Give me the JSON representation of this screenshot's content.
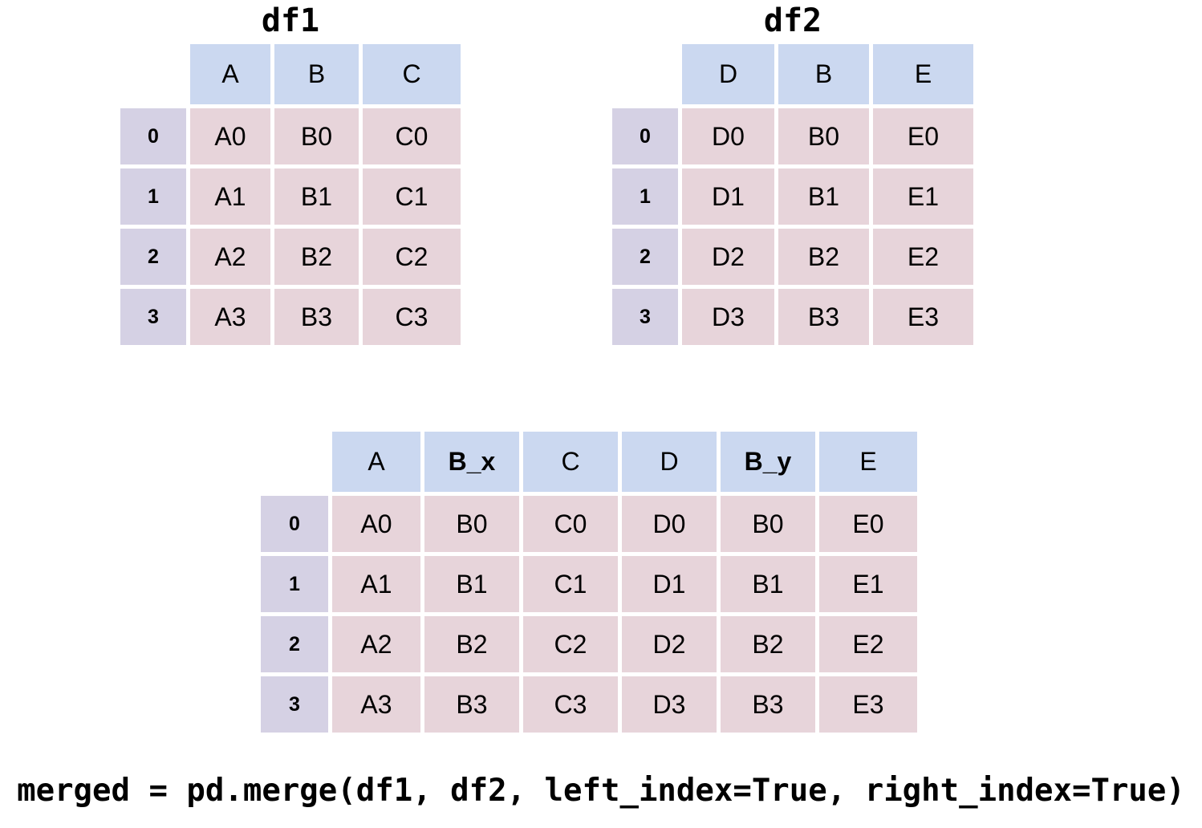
{
  "colors": {
    "page_bg": "#ffffff",
    "header_bg": "#cbd8f0",
    "index_bg": "#d5d1e4",
    "cell_bg": "#e7d4da",
    "text": "#000000"
  },
  "tables": [
    {
      "id": "df1",
      "title": "df1",
      "columns": [
        {
          "label": "A",
          "bold": false
        },
        {
          "label": "B",
          "bold": false
        },
        {
          "label": "C",
          "bold": false
        }
      ],
      "index": [
        "0",
        "1",
        "2",
        "3"
      ],
      "rows": [
        [
          "A0",
          "B0",
          "C0"
        ],
        [
          "A1",
          "B1",
          "C1"
        ],
        [
          "A2",
          "B2",
          "C2"
        ],
        [
          "A3",
          "B3",
          "C3"
        ]
      ]
    },
    {
      "id": "df2",
      "title": "df2",
      "columns": [
        {
          "label": "D",
          "bold": false
        },
        {
          "label": "B",
          "bold": false
        },
        {
          "label": "E",
          "bold": false
        }
      ],
      "index": [
        "0",
        "1",
        "2",
        "3"
      ],
      "rows": [
        [
          "D0",
          "B0",
          "E0"
        ],
        [
          "D1",
          "B1",
          "E1"
        ],
        [
          "D2",
          "B2",
          "E2"
        ],
        [
          "D3",
          "B3",
          "E3"
        ]
      ]
    },
    {
      "id": "merged",
      "title": "",
      "columns": [
        {
          "label": "A",
          "bold": false
        },
        {
          "label": "B_x",
          "bold": true
        },
        {
          "label": "C",
          "bold": false
        },
        {
          "label": "D",
          "bold": false
        },
        {
          "label": "B_y",
          "bold": true
        },
        {
          "label": "E",
          "bold": false
        }
      ],
      "index": [
        "0",
        "1",
        "2",
        "3"
      ],
      "rows": [
        [
          "A0",
          "B0",
          "C0",
          "D0",
          "B0",
          "E0"
        ],
        [
          "A1",
          "B1",
          "C1",
          "D1",
          "B1",
          "E1"
        ],
        [
          "A2",
          "B2",
          "C2",
          "D2",
          "B2",
          "E2"
        ],
        [
          "A3",
          "B3",
          "C3",
          "D3",
          "B3",
          "E3"
        ]
      ]
    }
  ],
  "code": {
    "text": "merged = pd.merge(df1, df2, left_index=True, right_index=True)"
  }
}
